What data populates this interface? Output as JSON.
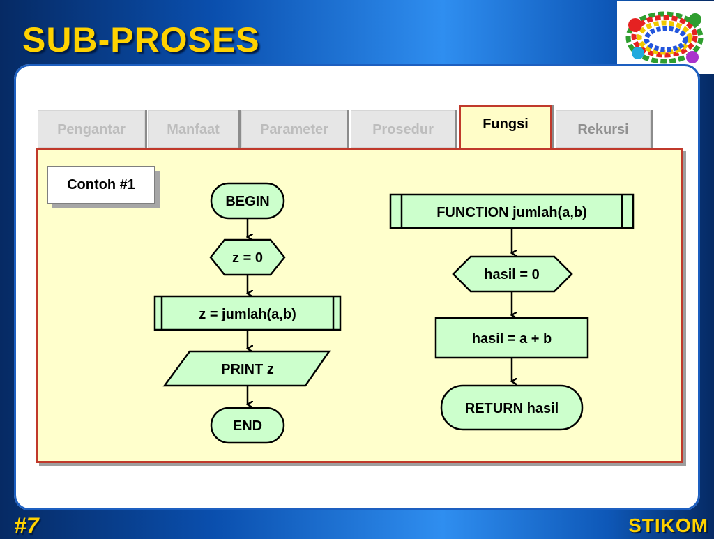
{
  "slide": {
    "title": "SUB-PROSES",
    "page_number": "#7",
    "brand": "STIKOM",
    "logo_icon": "gear-ring-icon"
  },
  "tabs": [
    {
      "label": "Pengantar",
      "active": false
    },
    {
      "label": "Manfaat",
      "active": false
    },
    {
      "label": "Parameter",
      "active": false
    },
    {
      "label": "Prosedur",
      "active": false
    },
    {
      "label": "Fungsi",
      "active": true
    },
    {
      "label": "Rekursi",
      "active": false
    }
  ],
  "example": {
    "label": "Contoh #1"
  },
  "flowchart_main": {
    "nodes": [
      {
        "id": "begin",
        "shape": "terminator",
        "text": "BEGIN"
      },
      {
        "id": "init",
        "shape": "preparation",
        "text": "z = 0"
      },
      {
        "id": "call",
        "shape": "predefined-process",
        "text": "z =  jumlah(a,b)"
      },
      {
        "id": "print",
        "shape": "io",
        "text": "PRINT z"
      },
      {
        "id": "end",
        "shape": "terminator",
        "text": "END"
      }
    ],
    "edges": [
      [
        "begin",
        "init"
      ],
      [
        "init",
        "call"
      ],
      [
        "call",
        "print"
      ],
      [
        "print",
        "end"
      ]
    ]
  },
  "flowchart_function": {
    "nodes": [
      {
        "id": "fn",
        "shape": "predefined-process",
        "text": "FUNCTION jumlah(a,b)"
      },
      {
        "id": "finit",
        "shape": "preparation",
        "text": "hasil = 0"
      },
      {
        "id": "calc",
        "shape": "process",
        "text": "hasil = a + b"
      },
      {
        "id": "ret",
        "shape": "terminator",
        "text": "RETURN hasil"
      }
    ],
    "edges": [
      [
        "fn",
        "finit"
      ],
      [
        "finit",
        "calc"
      ],
      [
        "calc",
        "ret"
      ]
    ]
  },
  "colors": {
    "node_fill": "#ccffcc",
    "panel_fill": "#ffffcc",
    "panel_border": "#c0392b",
    "title": "#ffd200"
  }
}
